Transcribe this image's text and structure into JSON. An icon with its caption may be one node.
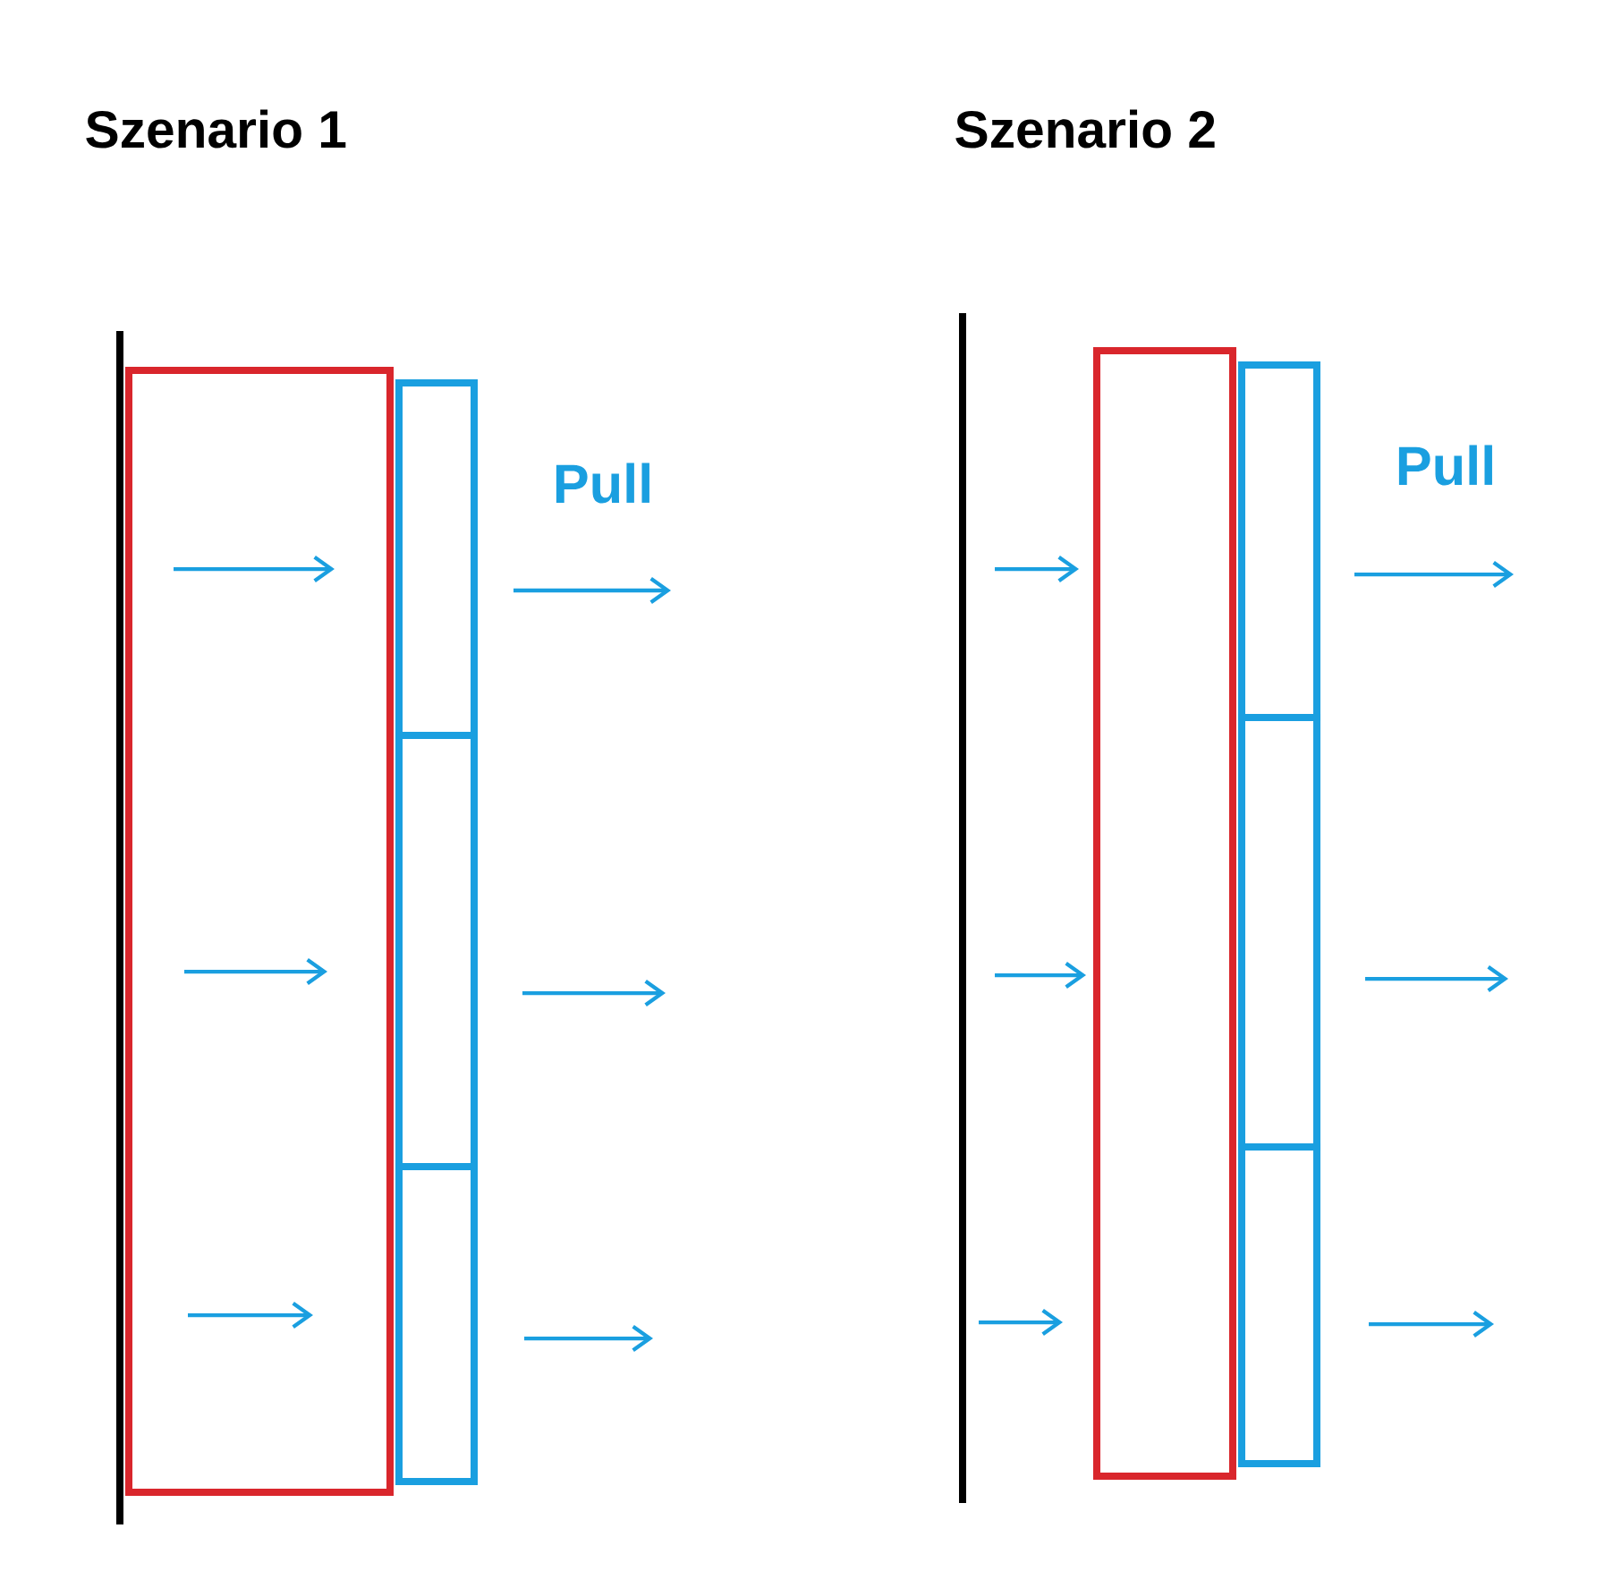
{
  "diagram": {
    "nodes": [
      {
        "text": [],
        "shape": "box"
      },
      {
        "text": [],
        "shape": "box"
      },
      {
        "text": [],
        "shape": "box"
      },
      {
        "text": [],
        "shape": "box"
      },
      {
        "text": [],
        "shape": "box"
      },
      {
        "text": [],
        "shape": "box"
      },
      {
        "text": [],
        "shape": "box"
      },
      {
        "text": [],
        "shape": "box"
      }
    ],
    "labels": [
      "Szenario 1",
      "Szenario 2",
      "Pull",
      "Pull"
    ]
  }
}
